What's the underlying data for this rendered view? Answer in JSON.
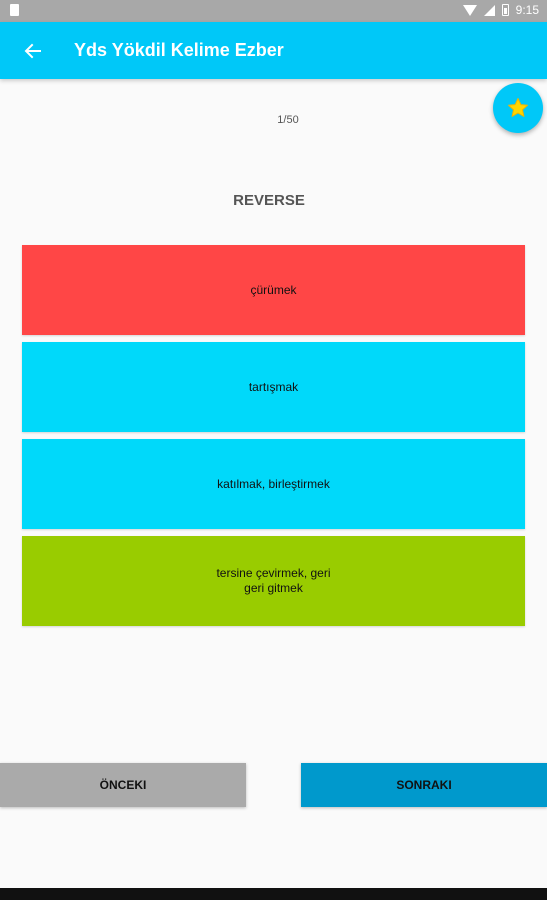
{
  "status_bar": {
    "time": "9:15"
  },
  "app_bar": {
    "back_icon": "arrow-left-icon",
    "title": "Yds Yökdil Kelime Ezber"
  },
  "fab": {
    "icon": "star-icon",
    "color": "#ffd600"
  },
  "quiz": {
    "counter": "1/50",
    "word": "REVERSE",
    "options": [
      {
        "text": "çürümek",
        "color": "#ff4646"
      },
      {
        "text": "tartışmak",
        "color": "#00d9fa"
      },
      {
        "text": "katılmak, birleştirmek",
        "color": "#00d9fa"
      },
      {
        "text": "tersine çevirmek, geri geri gitmek",
        "color": "#99cc00"
      }
    ]
  },
  "buttons": {
    "previous": "ÖNCEKI",
    "next": "SONRAKI"
  },
  "colors": {
    "accent": "#00c8f8",
    "wrong": "#ff4646",
    "correct": "#99cc00",
    "next_button": "#0099cc",
    "prev_button": "#aaaaaa"
  }
}
